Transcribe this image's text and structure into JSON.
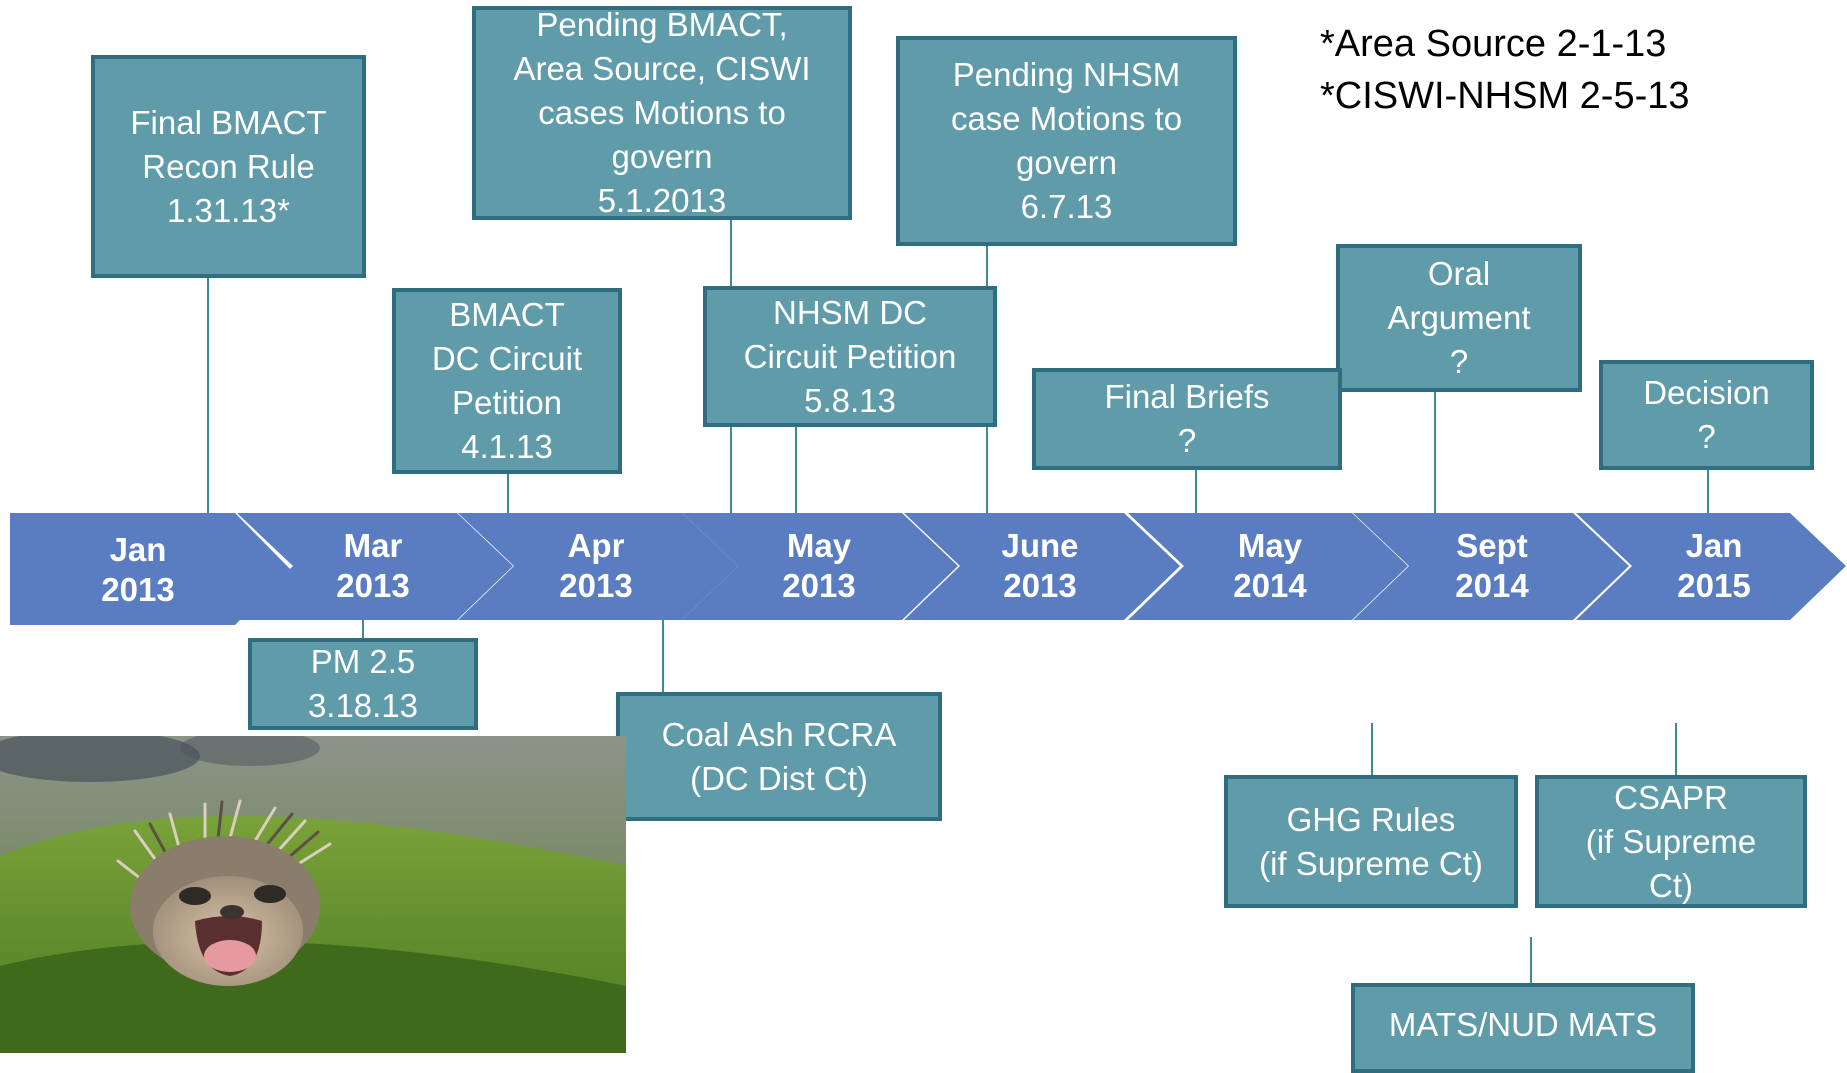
{
  "notes": [
    "*Area Source 2-1-13",
    "*CISWI-NHSM 2-5-13"
  ],
  "timeline": [
    {
      "line1": "Jan",
      "line2": "2013"
    },
    {
      "line1": "Mar",
      "line2": "2013"
    },
    {
      "line1": "Apr",
      "line2": "2013"
    },
    {
      "line1": "May",
      "line2": "2013"
    },
    {
      "line1": "June",
      "line2": "2013"
    },
    {
      "line1": "May",
      "line2": "2014"
    },
    {
      "line1": "Sept",
      "line2": "2014"
    },
    {
      "line1": "Jan",
      "line2": "2015"
    }
  ],
  "boxes": {
    "final_bmact": [
      "Final BMACT",
      "Recon Rule",
      "1.31.13*"
    ],
    "pending_bmact": [
      "Pending BMACT,",
      "Area Source, CISWI",
      "cases Motions  to",
      "govern",
      "5.1.2013"
    ],
    "pending_nhsm": [
      "Pending NHSM",
      "case Motions to",
      "govern",
      "6.7.13"
    ],
    "bmact_dc": [
      "BMACT",
      "DC Circuit",
      "Petition",
      "4.1.13"
    ],
    "nhsm_dc": [
      "NHSM DC",
      "Circuit Petition",
      "5.8.13"
    ],
    "final_briefs": [
      "Final Briefs",
      "?"
    ],
    "oral_argument": [
      "Oral",
      "Argument",
      "?"
    ],
    "decision": [
      "Decision",
      "?"
    ],
    "pm25": [
      "PM 2.5",
      "3.18.13"
    ],
    "coal_ash": [
      "Coal Ash RCRA",
      "(DC Dist Ct)"
    ],
    "ghg": [
      "GHG Rules",
      "(if Supreme Ct)"
    ],
    "csapr": [
      "CSAPR",
      "(if Supreme",
      "Ct)"
    ],
    "mats": [
      "MATS/NUD MATS"
    ]
  },
  "colors": {
    "arrow_fill": "#5a7cc0",
    "box_fill": "#5f9ba9",
    "box_border": "#2f6e80",
    "connector": "#3f8898"
  }
}
